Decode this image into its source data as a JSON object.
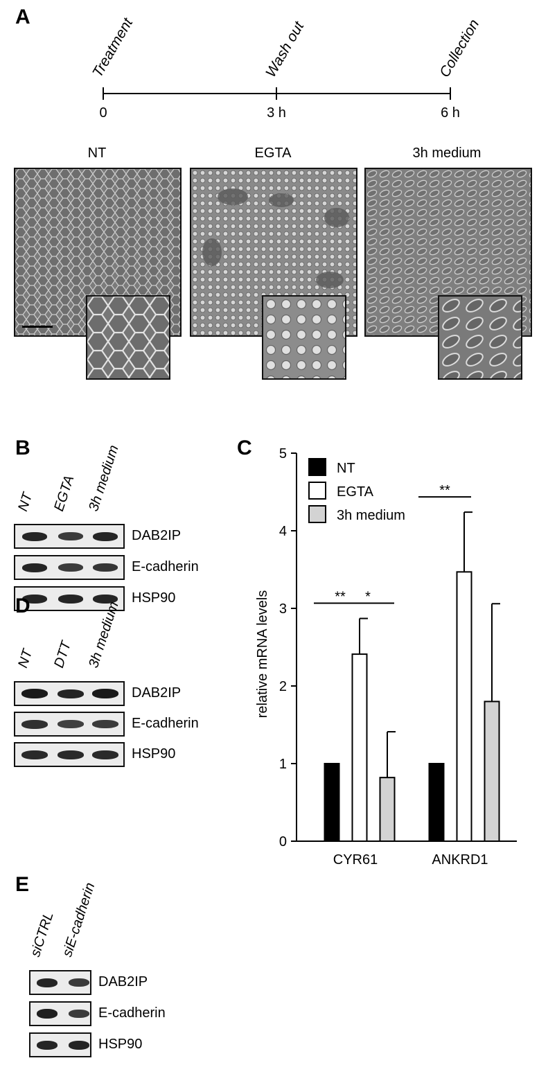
{
  "panels": {
    "A": "A",
    "B": "B",
    "C": "C",
    "D": "D",
    "E": "E"
  },
  "timeline": {
    "events": [
      {
        "label": "Treatment",
        "time": "0"
      },
      {
        "label": "Wash out",
        "time": "3 h"
      },
      {
        "label": "Collection",
        "time": "6 h"
      }
    ]
  },
  "micrographs": {
    "titles": [
      "NT",
      "EGTA",
      "3h medium"
    ]
  },
  "blot_B": {
    "lanes": [
      "NT",
      "EGTA",
      "3h medium"
    ],
    "rows": [
      {
        "label": "DAB2IP",
        "intensity": [
          0.85,
          0.65,
          0.85
        ]
      },
      {
        "label": "E-cadherin",
        "intensity": [
          0.85,
          0.65,
          0.7
        ]
      },
      {
        "label": "HSP90",
        "intensity": [
          0.85,
          0.85,
          0.85
        ]
      }
    ]
  },
  "blot_D": {
    "lanes": [
      "NT",
      "DTT",
      "3h medium"
    ],
    "rows": [
      {
        "label": "DAB2IP",
        "intensity": [
          0.95,
          0.85,
          0.95
        ]
      },
      {
        "label": "E-cadherin",
        "intensity": [
          0.75,
          0.6,
          0.65
        ]
      },
      {
        "label": "HSP90",
        "intensity": [
          0.8,
          0.8,
          0.8
        ]
      }
    ]
  },
  "blot_E": {
    "lanes": [
      "siCTRL",
      "siE-cadherin"
    ],
    "rows": [
      {
        "label": "DAB2IP",
        "intensity": [
          0.85,
          0.65
        ]
      },
      {
        "label": "E-cadherin",
        "intensity": [
          0.9,
          0.65
        ]
      },
      {
        "label": "HSP90",
        "intensity": [
          0.85,
          0.85
        ]
      }
    ]
  },
  "chart_data": {
    "type": "bar",
    "categories": [
      "CYR61",
      "ANKRD1"
    ],
    "series": [
      {
        "name": "NT",
        "values": [
          1.0,
          1.0
        ],
        "errors": [
          0,
          0
        ],
        "color": "#000000"
      },
      {
        "name": "EGTA",
        "values": [
          2.41,
          3.47
        ],
        "errors": [
          0.46,
          0.77
        ],
        "color": "#ffffff"
      },
      {
        "name": "3h medium",
        "values": [
          0.82,
          1.8
        ],
        "errors": [
          0.59,
          1.26
        ],
        "color": "#d3d3d3"
      }
    ],
    "ylabel": "relative mRNA levels",
    "ylim": [
      0,
      5
    ],
    "yticks": [
      "0",
      "1",
      "2",
      "3",
      "4",
      "5"
    ],
    "significance": [
      {
        "category": "CYR61",
        "between": [
          "NT",
          "EGTA"
        ],
        "label": "**"
      },
      {
        "category": "CYR61",
        "between": [
          "EGTA",
          "3h medium"
        ],
        "label": "*"
      },
      {
        "category": "ANKRD1",
        "between": [
          "NT",
          "EGTA"
        ],
        "label": "**"
      }
    ],
    "legend_position": "top-left"
  }
}
